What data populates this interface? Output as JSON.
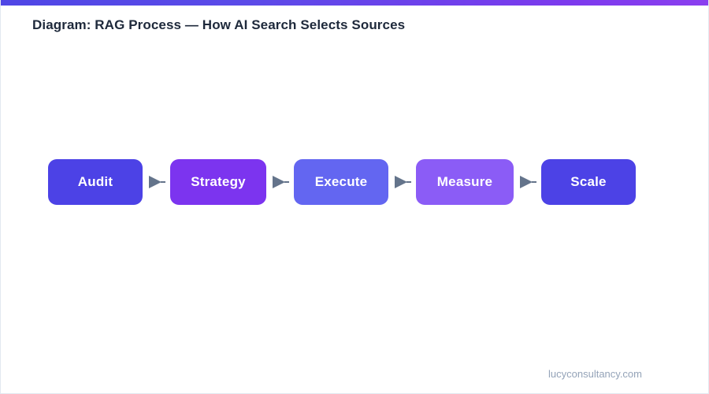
{
  "accent_bar": {
    "gradient_from": "#4f46e5",
    "gradient_to": "#8b3fef"
  },
  "header": {
    "title": "Diagram: RAG Process — How AI Search Selects Sources",
    "title_color": "#1e293b"
  },
  "diagram": {
    "type": "process-flow",
    "orientation": "horizontal",
    "connector_icon": "arrow-right-icon",
    "connector_color": "#64748b",
    "nodes": [
      {
        "label": "Audit",
        "color": "#4c42e6",
        "width": 120
      },
      {
        "label": "Strategy",
        "color": "#7c34ef",
        "width": 122
      },
      {
        "label": "Execute",
        "color": "#6366f1",
        "width": 120
      },
      {
        "label": "Measure",
        "color": "#8b5cf6",
        "width": 124
      },
      {
        "label": "Scale",
        "color": "#4c42e6",
        "width": 120
      }
    ]
  },
  "footer": {
    "attribution": "lucyconsultancy.com",
    "color": "#94a3b8"
  }
}
